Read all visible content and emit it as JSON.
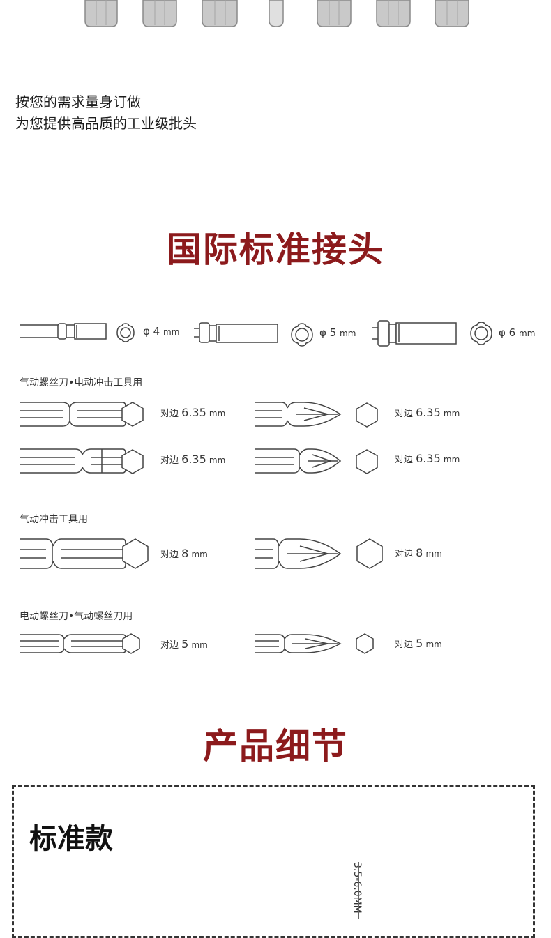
{
  "intro": {
    "line1": "按您的需求量身订做",
    "line2": "为您提供高品质的工业级批头"
  },
  "sections": {
    "intl_title": "国际标准接头",
    "detail_title": "产品细节"
  },
  "shanks": [
    {
      "diameter_label": "φ 4",
      "unit": "mm"
    },
    {
      "diameter_label": "φ 5",
      "unit": "mm"
    },
    {
      "diameter_label": "φ 6",
      "unit": "mm"
    }
  ],
  "groups": [
    {
      "label": "气动螺丝刀•电动冲击工具用",
      "items": [
        {
          "prefix": "对边",
          "size": "6.35",
          "unit": "mm"
        },
        {
          "prefix": "对边",
          "size": "6.35",
          "unit": "mm"
        },
        {
          "prefix": "对边",
          "size": "6.35",
          "unit": "mm"
        },
        {
          "prefix": "对边",
          "size": "6.35",
          "unit": "mm"
        }
      ]
    },
    {
      "label": "气动冲击工具用",
      "items": [
        {
          "prefix": "对边",
          "size": "8",
          "unit": "mm"
        },
        {
          "prefix": "对边",
          "size": "8",
          "unit": "mm"
        }
      ]
    },
    {
      "label": "电动螺丝刀•气动螺丝刀用",
      "items": [
        {
          "prefix": "对边",
          "size": "5",
          "unit": "mm"
        },
        {
          "prefix": "对边",
          "size": "5",
          "unit": "mm"
        }
      ]
    }
  ],
  "detail": {
    "heading": "标准款",
    "dimension_label": "3.5-6.0MM"
  },
  "colors": {
    "title_red": "#8c1a1c",
    "line_gray": "#555555",
    "metal_light": "#d9d9d9"
  },
  "icons": [
    "hex-bit-top-icon",
    "phillips-bit-icon",
    "hex-shank-bit-icon",
    "hexagon-cross-section-icon",
    "round-shank-cross-section-icon"
  ]
}
